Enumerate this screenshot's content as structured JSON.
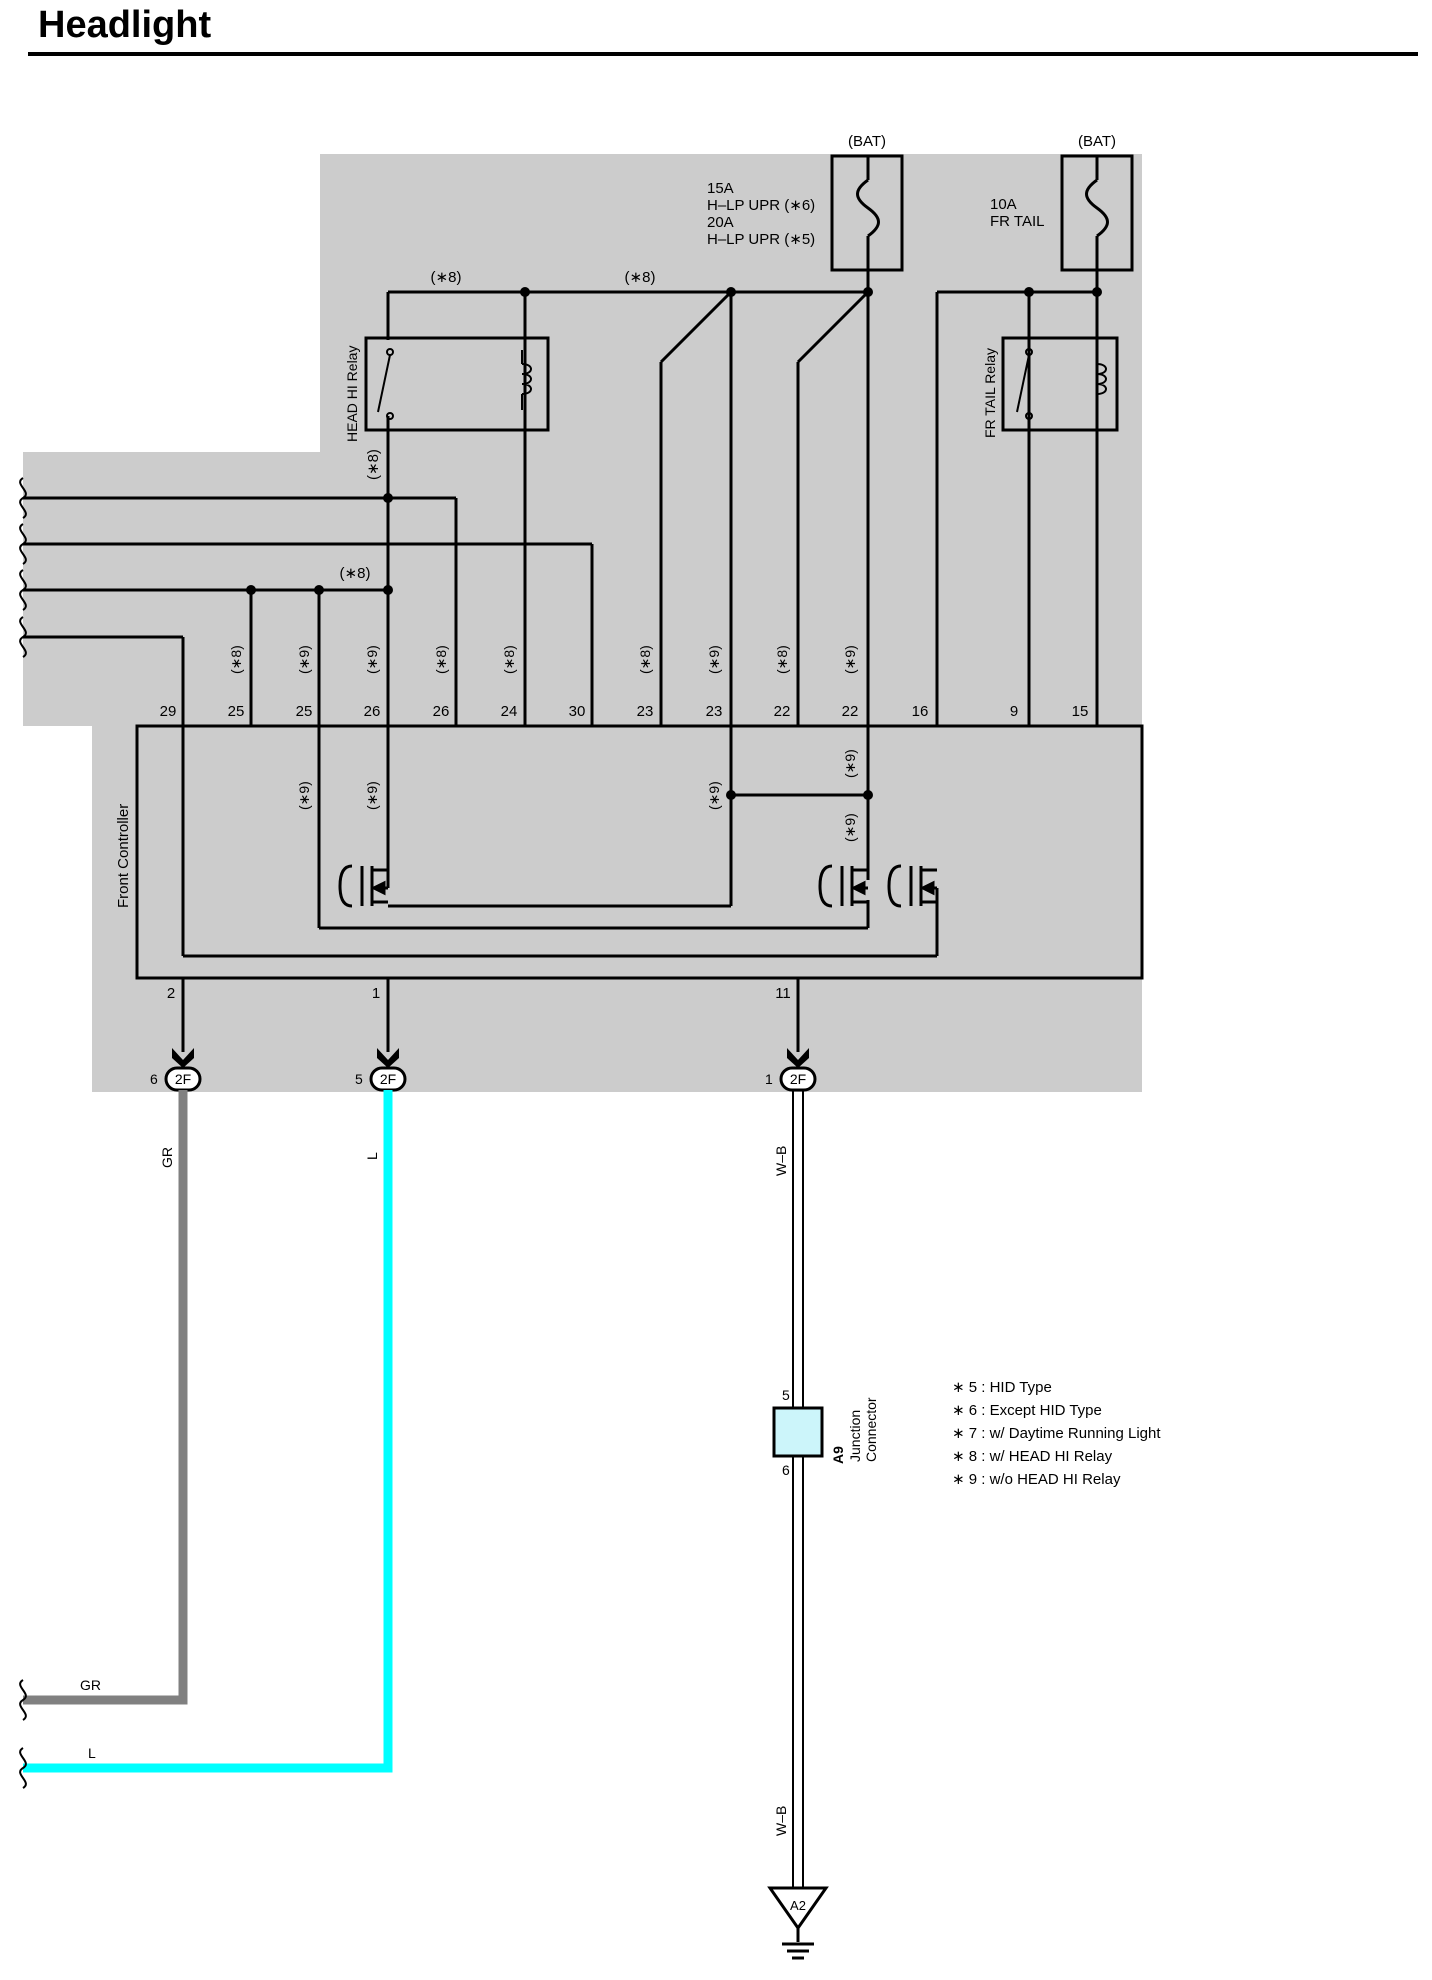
{
  "title": "Headlight",
  "fuses": [
    {
      "supply": "(BAT)",
      "lines": [
        "15A",
        "H–LP UPR (∗6)",
        "20A",
        "H–LP UPR (∗5)"
      ]
    },
    {
      "supply": "(BAT)",
      "lines": [
        "10A",
        "FR TAIL"
      ]
    }
  ],
  "relays": {
    "head_hi": "HEAD HI Relay",
    "fr_tail": "FR TAIL Relay"
  },
  "controller": {
    "label": "Front Controller"
  },
  "notes": {
    "n8": "(∗8)",
    "n9": "(∗9)"
  },
  "top_pins": [
    "29",
    "25",
    "25",
    "26",
    "26",
    "24",
    "30",
    "23",
    "23",
    "22",
    "22",
    "16",
    "9",
    "15"
  ],
  "top_pin_notes": [
    "",
    "(∗8)",
    "(∗9)",
    "(∗9)",
    "(∗8)",
    "(∗8)",
    "",
    "(∗8)",
    "(∗9)",
    "(∗8)",
    "(∗9)",
    "",
    "",
    ""
  ],
  "bottom_pins": [
    "2",
    "1",
    "11"
  ],
  "connectors": [
    {
      "pin": "6",
      "code": "2F"
    },
    {
      "pin": "5",
      "code": "2F"
    },
    {
      "pin": "1",
      "code": "2F"
    }
  ],
  "wires": {
    "gr": "GR",
    "l": "L",
    "wb": "W–B"
  },
  "junction": {
    "code": "A9",
    "name_line1": "Junction",
    "name_line2": "Connector",
    "pin_top": "5",
    "pin_bottom": "6"
  },
  "ground": {
    "code": "A2"
  },
  "legend": [
    "∗ 5 : HID Type",
    "∗ 6 : Except HID Type",
    "∗ 7 : w/ Daytime Running Light",
    "∗ 8 : w/ HEAD HI Relay",
    "∗ 9 : w/o HEAD HI Relay"
  ],
  "colors": {
    "gr_wire": "#808080",
    "l_wire": "#00ffff",
    "shade": "#cccccc",
    "junction_fill": "#ccf5fa"
  }
}
